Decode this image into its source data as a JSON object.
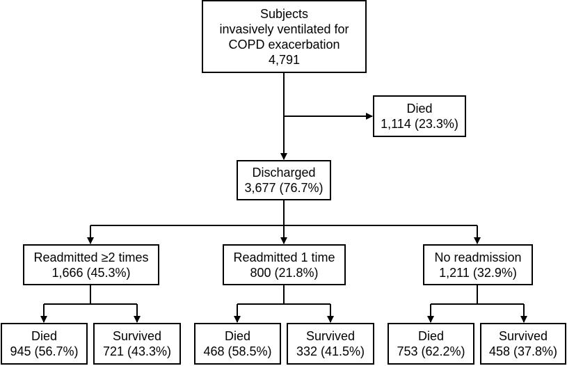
{
  "top": {
    "lines": [
      "Subjects",
      "invasively ventilated for",
      "COPD exacerbation",
      "4,791"
    ]
  },
  "died_initial": {
    "label": "Died",
    "value": "1,114 (23.3%)"
  },
  "discharged": {
    "label": "Discharged",
    "value": "3,677 (76.7%)"
  },
  "groups": [
    {
      "label": "Readmitted ≥2 times",
      "value": "1,666 (45.3%)",
      "died": {
        "label": "Died",
        "value": "945 (56.7%)"
      },
      "survived": {
        "label": "Survived",
        "value": "721 (43.3%)"
      }
    },
    {
      "label": "Readmitted 1 time",
      "value": "800 (21.8%)",
      "died": {
        "label": "Died",
        "value": "468 (58.5%)"
      },
      "survived": {
        "label": "Survived",
        "value": "332 (41.5%)"
      }
    },
    {
      "label": "No readmission",
      "value": "1,211 (32.9%)",
      "died": {
        "label": "Died",
        "value": "753 (62.2%)"
      },
      "survived": {
        "label": "Survived",
        "value": "458 (37.8%)"
      }
    }
  ]
}
